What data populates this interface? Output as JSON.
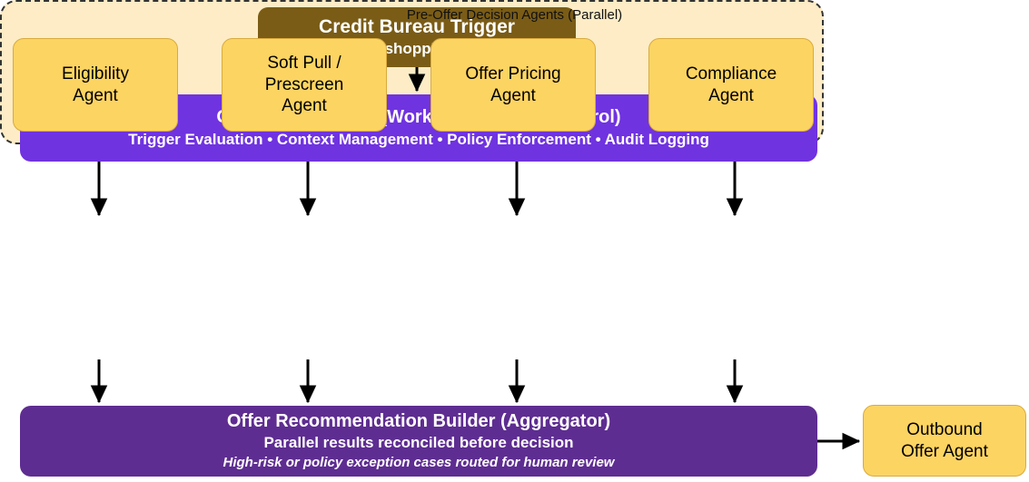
{
  "diagram": {
    "trigger": {
      "title": "Credit Bureau Trigger",
      "subtitle": "(Customer shopping for credit)",
      "color": "#7a5c16"
    },
    "hub": {
      "title": "Orchestration Hub (Workflow & Policy Control)",
      "subtitle": "Trigger Evaluation • Context Management • Policy Enforcement • Audit Logging",
      "color": "#7033e0"
    },
    "agents_group": {
      "label": "Pre-Offer Decision Agents (Parallel)",
      "background": "#fdecc6",
      "agent_color": "#fcd462",
      "agents": [
        {
          "label": "Eligibility\nAgent",
          "line1": "Eligibility",
          "line2": "Agent",
          "line3": ""
        },
        {
          "label": "Soft Pull /\nPrescreen\nAgent",
          "line1": "Soft Pull /",
          "line2": "Prescreen",
          "line3": "Agent"
        },
        {
          "label": "Offer Pricing\nAgent",
          "line1": "Offer Pricing",
          "line2": "Agent",
          "line3": ""
        },
        {
          "label": "Compliance\nAgent",
          "line1": "Compliance",
          "line2": "Agent",
          "line3": ""
        }
      ]
    },
    "aggregator": {
      "title": "Offer Recommendation Builder (Aggregator)",
      "subtitle": "Parallel results reconciled before decision",
      "note": "High-risk or policy exception cases routed for human review",
      "color": "#5e2d91"
    },
    "outbound": {
      "line1": "Outbound",
      "line2": "Offer Agent",
      "color": "#fcd462"
    },
    "arrow_color": "#000000"
  }
}
